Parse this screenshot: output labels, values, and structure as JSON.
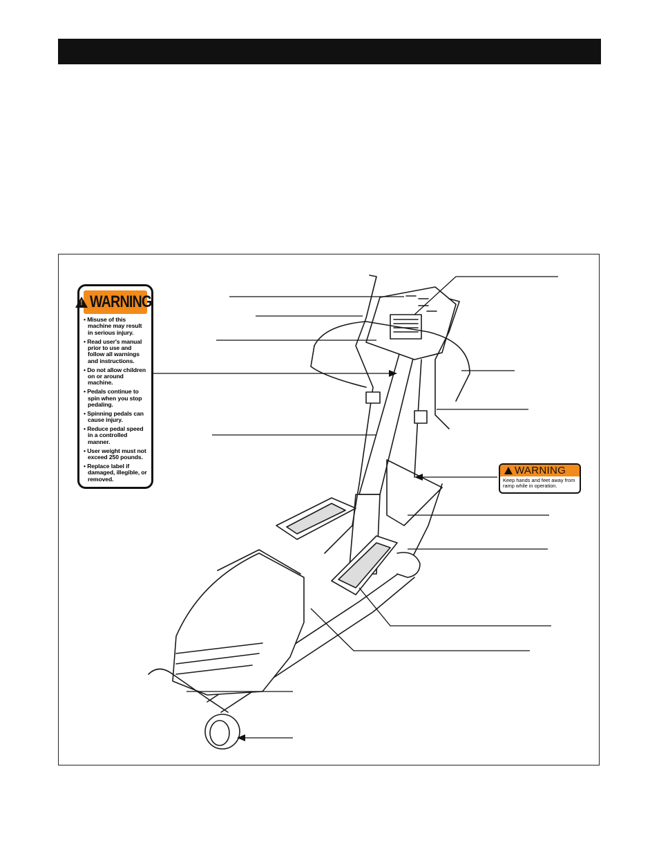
{
  "warning_label_large": {
    "title": "WARNING",
    "items": [
      "Misuse of this machine may result in serious injury.",
      "Read user's manual prior to use and follow all warnings and instructions.",
      "Do not allow children on or around machine.",
      "Pedals continue to spin when you stop pedaling.",
      "Spinning pedals can cause injury.",
      "Reduce pedal speed in a controlled manner.",
      "User weight must not exceed 250 pounds.",
      "Replace label if damaged, illegible, or removed."
    ]
  },
  "warning_label_small": {
    "title": "WARNING",
    "message": "Keep hands and feet away from ramp while in operation."
  },
  "colors": {
    "header_bar": "#111111",
    "warning_orange": "#f28a1c",
    "line_art": "#1a1a1a"
  },
  "icons": [
    "warning-triangle-icon"
  ]
}
